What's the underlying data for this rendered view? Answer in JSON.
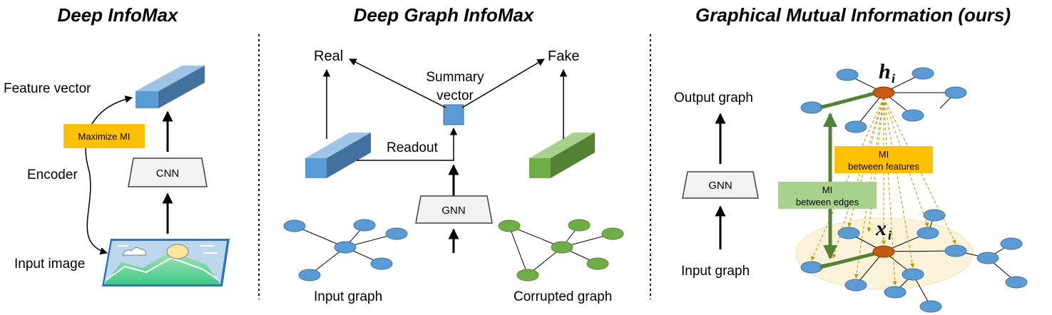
{
  "panels": {
    "dim": {
      "title": "Deep InfoMax",
      "feature_vector": "Feature vector",
      "encoder": "Encoder",
      "input_image": "Input image",
      "cnn": "CNN",
      "maximize_mi": "Maximize MI"
    },
    "dgi": {
      "title": "Deep Graph InfoMax",
      "real": "Real",
      "fake": "Fake",
      "summary_line1": "Summary",
      "summary_line2": "vector",
      "readout": "Readout",
      "gnn": "GNN",
      "input_graph": "Input graph",
      "corrupted_graph": "Corrupted graph"
    },
    "gmi": {
      "title": "Graphical Mutual Information (ours)",
      "output_graph": "Output graph",
      "gnn": "GNN",
      "input_graph": "Input graph",
      "mi_features_line1": "MI",
      "mi_features_line2": "between features",
      "mi_edges_line1": "MI",
      "mi_edges_line2": "between edges",
      "h_symbol": "h",
      "h_sub": "i",
      "x_symbol": "x",
      "x_sub": "i"
    }
  },
  "colors": {
    "blue_node": "#5b9bd5",
    "green_node": "#70ad47",
    "orange_node": "#c55a11",
    "mi_yellow": "#ffc000",
    "mi_green": "#a9d18e",
    "ellipse_fill": "#fbf3d9",
    "feature_arrow": "#bf9000",
    "edge_arrow": "#548235"
  }
}
